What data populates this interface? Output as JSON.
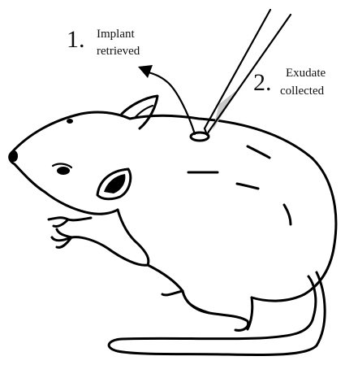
{
  "labels": {
    "step1": {
      "number": "1.",
      "line1": "Implant",
      "line2": "retrieved"
    },
    "step2": {
      "number": "2.",
      "line1": "Exudate",
      "line2": "collected"
    }
  },
  "colors": {
    "ink": "#000000",
    "exudate": "#c8c8c8",
    "background": "#ffffff"
  }
}
